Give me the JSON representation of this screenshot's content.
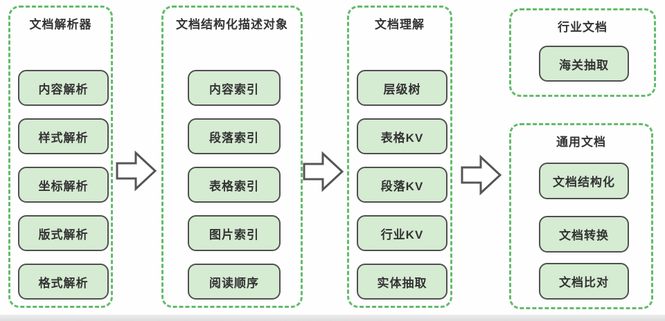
{
  "diagram": {
    "title_hint": "document processing pipeline",
    "colors": {
      "panel_border_green": "#63bb6a",
      "node_fill_green": "#d5ebd2",
      "node_border_gray": "#4f4f4f",
      "arrow_outline_gray": "#555555",
      "text_color": "#333333"
    },
    "columns": [
      {
        "title": "文档解析器",
        "items": [
          "内容解析",
          "样式解析",
          "坐标解析",
          "版式解析",
          "格式解析"
        ]
      },
      {
        "title": "文档结构化描述对象",
        "items": [
          "内容索引",
          "段落索引",
          "表格索引",
          "图片索引",
          "阅读顺序"
        ]
      },
      {
        "title": "文档理解",
        "items": [
          "层级树",
          "表格KV",
          "段落KV",
          "行业KV",
          "实体抽取"
        ]
      },
      {
        "title": "行业文档",
        "items": [
          "海关抽取"
        ]
      },
      {
        "title": "通用文档",
        "items": [
          "文档结构化",
          "文档转换",
          "文档比对"
        ]
      }
    ],
    "arrows": [
      "flow-arrow-1",
      "flow-arrow-2",
      "flow-arrow-3"
    ]
  }
}
